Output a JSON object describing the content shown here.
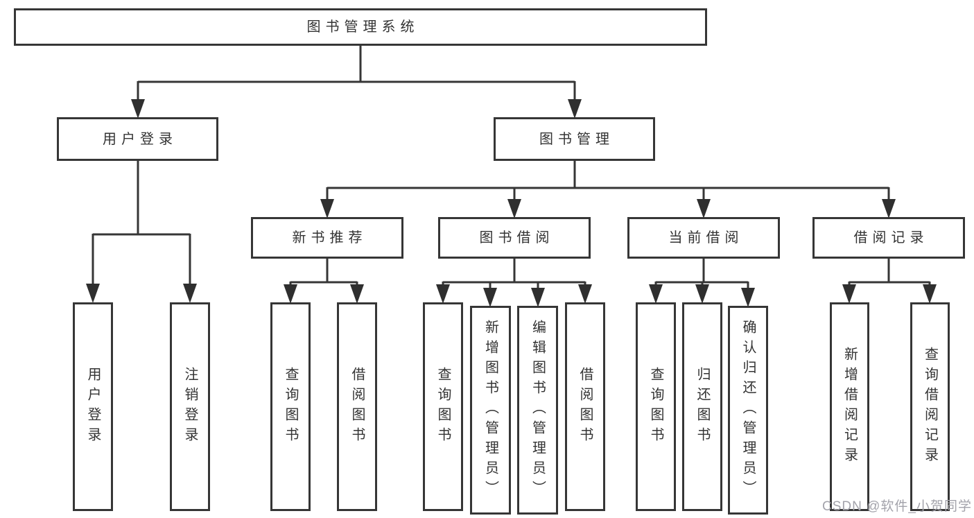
{
  "diagram": {
    "root": {
      "label": "图书管理系统"
    },
    "level2": {
      "user_login": {
        "label": "用户登录"
      },
      "book_mgmt": {
        "label": "图书管理"
      }
    },
    "level3": {
      "new_book_rec": {
        "label": "新书推荐"
      },
      "book_borrow": {
        "label": "图书借阅"
      },
      "current_borrow": {
        "label": "当前借阅"
      },
      "borrow_record": {
        "label": "借阅记录"
      }
    },
    "leaves": {
      "user_login": {
        "label": "用户登录"
      },
      "logout": {
        "label": "注销登录"
      },
      "rec_query": {
        "label": "查询图书"
      },
      "rec_borrow": {
        "label": "借阅图书"
      },
      "bb_query": {
        "label": "查询图书"
      },
      "bb_add": {
        "label": "新增图书（管理员）"
      },
      "bb_edit": {
        "label": "编辑图书（管理员）"
      },
      "bb_borrow": {
        "label": "借阅图书"
      },
      "cb_query": {
        "label": "查询图书"
      },
      "cb_return": {
        "label": "归还图书"
      },
      "cb_confirm": {
        "label": "确认归还（管理员）"
      },
      "br_add": {
        "label": "新增借阅记录"
      },
      "br_query": {
        "label": "查询借阅记录"
      }
    }
  },
  "watermark": {
    "text": "CSDN @软件_小贺同学"
  },
  "colors": {
    "line": "#363636",
    "text": "#333333",
    "watermark": "#a3a3ab",
    "background": "#ffffff"
  }
}
